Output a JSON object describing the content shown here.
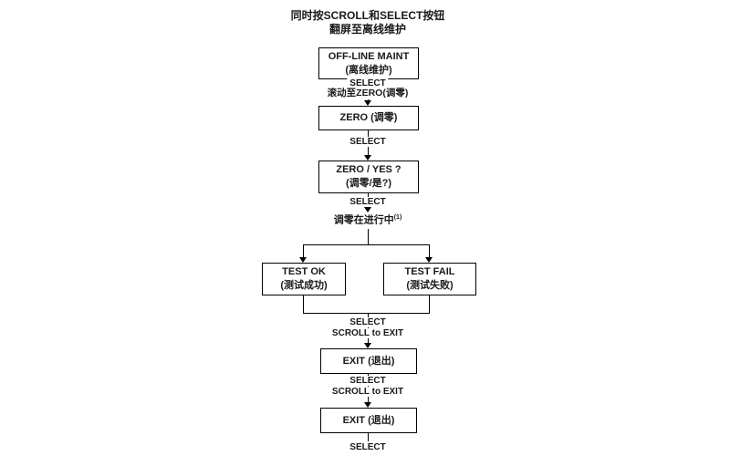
{
  "header": {
    "line1": "同时按SCROLL和SELECT按钮",
    "line2": "翻屏至离线维护"
  },
  "boxes": {
    "offline_maint": {
      "line1": "OFF-LINE MAINT",
      "line2": "(离线维护)"
    },
    "zero": {
      "line1": "ZERO (调零)"
    },
    "zero_yes": {
      "line1": "ZERO / YES ?",
      "line2": "(调零/是?)"
    },
    "test_ok": {
      "line1": "TEST OK",
      "line2": "(测试成功)"
    },
    "test_fail": {
      "line1": "TEST FAIL",
      "line2": "(测试失败)"
    },
    "exit1": {
      "line1": "EXIT (退出)"
    },
    "exit2": {
      "line1": "EXIT (退出)"
    }
  },
  "labels": {
    "select_1": "SELECT",
    "scroll_to_zero": "滚动至ZERO(调零)",
    "select_2": "SELECT",
    "select_3": "SELECT",
    "zero_in_progress": "调零在进行中",
    "footnote": "(1)",
    "select_4": "SELECT",
    "scroll_to_exit_1": "SCROLL to EXIT",
    "select_5": "SELECT",
    "scroll_to_exit_2": "SCROLL to EXIT",
    "select_6": "SELECT"
  },
  "colors": {
    "line": "#000000",
    "text": "#1a1a1a",
    "background": "#ffffff"
  }
}
